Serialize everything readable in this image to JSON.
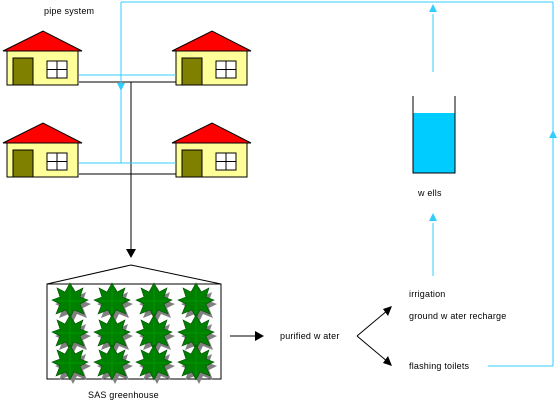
{
  "labels": {
    "pipe_system": "pipe system",
    "wells": "w ells",
    "greenhouse": "SAS greenhouse",
    "purified_water": "purified w ater",
    "irrigation": "irrigation",
    "groundwater_recharge": "ground w ater recharge",
    "flashing_toilets": "flashing toilets"
  },
  "colors": {
    "roof": "#ff0000",
    "wall": "#ffff99",
    "door": "#808000",
    "water": "#00ccff",
    "flow_line": "#33ccff",
    "plant": "#008000",
    "plant_shadow": "#808080",
    "line": "#000000"
  },
  "icons": {
    "house": "house-icon",
    "well": "well-tank-icon",
    "plant": "plant-icon"
  }
}
